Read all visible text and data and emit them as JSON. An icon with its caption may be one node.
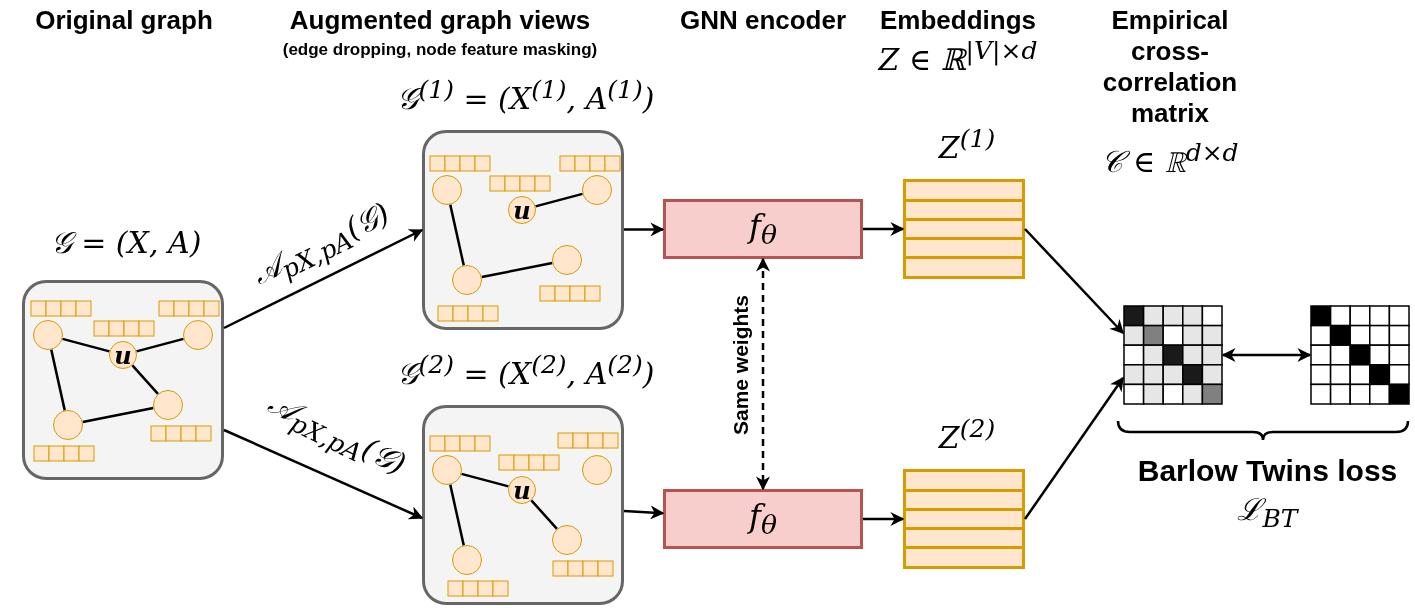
{
  "diagram": {
    "nodes": [
      {
        "text": [
          "𝒢 = (X, A)"
        ]
      },
      {
        "text": [],
        "shape": "circle",
        "in": 0
      },
      {
        "text": [],
        "shape": "circle",
        "in": 0
      },
      {
        "text": [
          "u"
        ],
        "in": 0
      },
      {
        "text": [],
        "shape": "circle",
        "in": 0
      },
      {
        "text": [],
        "shape": "circle",
        "in": 0
      },
      {
        "text": [
          "𝒢$^{(1)}$ = (X$^{(1)}$, A$^{(1)}$)"
        ]
      },
      {
        "text": [],
        "shape": "circle",
        "in": 6
      },
      {
        "text": [],
        "shape": "circle",
        "in": 6
      },
      {
        "text": [
          "u"
        ],
        "in": 6
      },
      {
        "text": [],
        "shape": "circle",
        "in": 6
      },
      {
        "text": [],
        "shape": "circle",
        "in": 6
      },
      {
        "text": [
          "𝒢$^{(2)}$ = (X$^{(2)}$, A$^{(2)}$)"
        ]
      },
      {
        "text": [],
        "shape": "circle",
        "in": 12
      },
      {
        "text": [],
        "shape": "circle",
        "in": 12
      },
      {
        "text": [
          "u"
        ],
        "in": 12
      },
      {
        "text": [],
        "shape": "circle",
        "in": 12
      },
      {
        "text": [],
        "shape": "circle",
        "in": 12
      },
      {
        "text": [
          "f$_{θ}$"
        ]
      },
      {
        "text": [
          "f$_{θ}$"
        ]
      },
      {
        "text": [
          "Z$^{(1)}$"
        ]
      },
      {
        "text": [
          "Z$^{(2)}$"
        ]
      },
      {
        "text": [],
        "shape": "box"
      },
      {
        "text": [],
        "shape": "box"
      }
    ],
    "edges": [
      {
        "from": 1,
        "to": 3,
        "arrow": "none"
      },
      {
        "from": 3,
        "to": 2,
        "arrow": "none"
      },
      {
        "from": 3,
        "to": 4,
        "arrow": "none"
      },
      {
        "from": 1,
        "to": 5,
        "arrow": "none"
      },
      {
        "from": 5,
        "to": 4,
        "arrow": "none"
      },
      {
        "from": 0,
        "to": 6,
        "arrow": "to",
        "label": "𝒜$_{pX,pA}$(𝒢)"
      },
      {
        "from": 0,
        "to": 12,
        "arrow": "to",
        "label": "𝒜$_{pX,pA}$(𝒢)"
      },
      {
        "from": 9,
        "to": 8,
        "arrow": "none"
      },
      {
        "from": 7,
        "to": 11,
        "arrow": "none"
      },
      {
        "from": 11,
        "to": 10,
        "arrow": "none"
      },
      {
        "from": 13,
        "to": 15,
        "arrow": "none"
      },
      {
        "from": 15,
        "to": 16,
        "arrow": "none"
      },
      {
        "from": 13,
        "to": 17,
        "arrow": "none"
      },
      {
        "from": 6,
        "to": 18,
        "arrow": "to"
      },
      {
        "from": 12,
        "to": 19,
        "arrow": "to"
      },
      {
        "from": 18,
        "to": 20,
        "arrow": "to"
      },
      {
        "from": 19,
        "to": 21,
        "arrow": "to"
      },
      {
        "from": 20,
        "to": 22,
        "arrow": "to"
      },
      {
        "from": 21,
        "to": 22,
        "arrow": "to"
      },
      {
        "from": 22,
        "to": 23,
        "arrow": "both"
      },
      {
        "from": 18,
        "to": 19,
        "arrow": "both",
        "style": "dashed",
        "label": "Same weights"
      }
    ],
    "labels": [
      "Original graph",
      "Augmented graph views",
      "(edge dropping, node feature masking)",
      "GNN encoder",
      "Embeddings",
      "Z ∈ ℝ$^{|V|×d}$",
      "Empirical cross-correlation matrix",
      "𝒞 ∈ ℝ$^{d×d}$",
      "Barlow Twins loss",
      "ℒ$_{BT}$"
    ]
  }
}
